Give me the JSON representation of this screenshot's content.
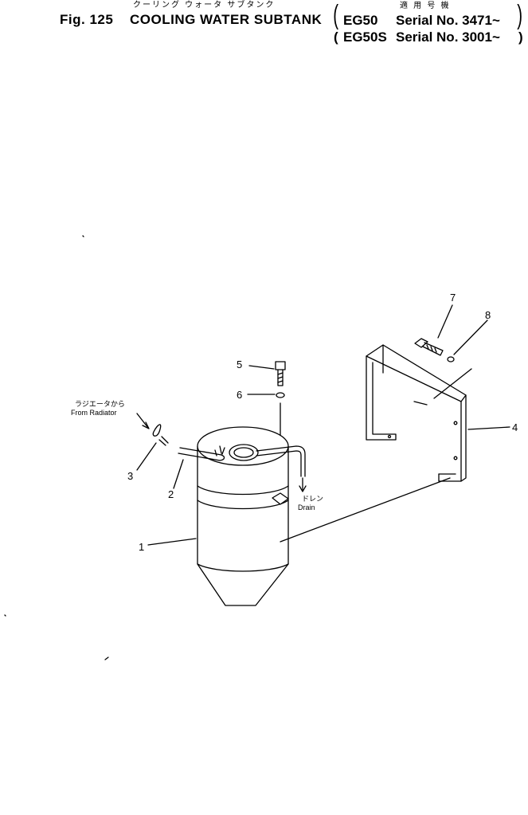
{
  "header": {
    "title_jp": "クーリング ウォータ サブタンク",
    "fig_label": "Fig. 125",
    "title": "COOLING WATER SUBTANK",
    "applicable_jp": "適 用 号 機",
    "paren_open_1": "(",
    "paren_close_1": ")",
    "paren_open_2": "(",
    "paren_close_2": ")",
    "serial_rows": [
      {
        "model": "EG50",
        "serial": "Serial No. 3471~"
      },
      {
        "model": "EG50S",
        "serial": "Serial No. 3001~"
      }
    ]
  },
  "callouts": {
    "from_radiator_jp": "ラジエータから",
    "from_radiator": "From Radiator",
    "drain_jp": "ドレン",
    "drain": "Drain"
  },
  "part_numbers": [
    "1",
    "2",
    "3",
    "4",
    "5",
    "6",
    "7",
    "8"
  ]
}
